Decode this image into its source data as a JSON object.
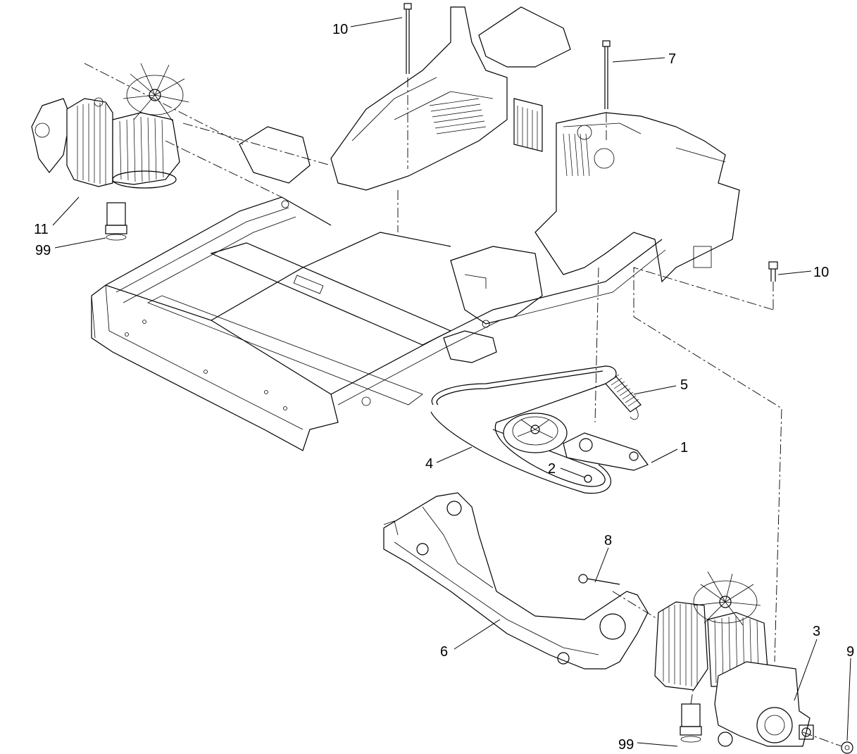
{
  "callouts": [
    {
      "id": "c10a",
      "label": "10"
    },
    {
      "id": "c7",
      "label": "7"
    },
    {
      "id": "c11",
      "label": "11"
    },
    {
      "id": "c99a",
      "label": "99"
    },
    {
      "id": "c10b",
      "label": "10"
    },
    {
      "id": "c5",
      "label": "5"
    },
    {
      "id": "c1",
      "label": "1"
    },
    {
      "id": "c4",
      "label": "4"
    },
    {
      "id": "c2",
      "label": "2"
    },
    {
      "id": "c8",
      "label": "8"
    },
    {
      "id": "c6",
      "label": "6"
    },
    {
      "id": "c3",
      "label": "3"
    },
    {
      "id": "c9",
      "label": "9"
    },
    {
      "id": "c99b",
      "label": "99"
    }
  ]
}
